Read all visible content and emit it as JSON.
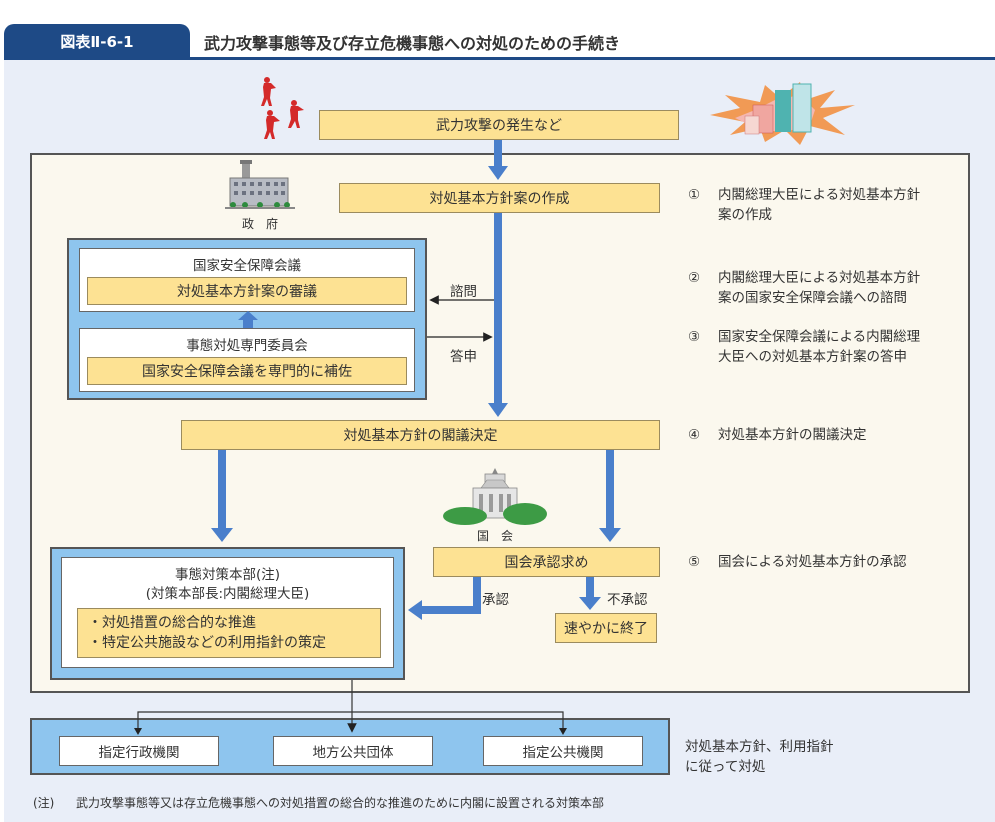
{
  "header": {
    "figure_number": "図表Ⅱ-6-1",
    "title": "武力攻撃事態等及び存立危機事態への対処のための手続き"
  },
  "icons": {
    "attackers": "soldiers-icon",
    "burning_city": "burning-buildings-icon",
    "government_building": "government-building-icon",
    "diet_building": "diet-building-icon"
  },
  "flow": {
    "attack_occurs": "武力攻撃の発生など",
    "government_label": "政　府",
    "draft_policy": "対処基本方針案の作成",
    "nsc": {
      "title": "国家安全保障会議",
      "task": "対処基本方針案の審議"
    },
    "committee": {
      "title": "事態対処専門委員会",
      "task": "国家安全保障会議を専門的に補佐"
    },
    "consult_label": "諮問",
    "report_label": "答申",
    "cabinet_decision": "対処基本方針の閣議決定",
    "diet_label": "国　会",
    "diet_approval_request": "国会承認求め",
    "approved_label": "承認",
    "rejected_label": "不承認",
    "terminate": "速やかに終了",
    "hq": {
      "title": "事態対策本部(注)",
      "subtitle": "(対策本部長:内閣総理大臣)",
      "tasks": [
        "・対処措置の総合的な推進",
        "・特定公共施設などの利用指針の策定"
      ]
    },
    "agencies": [
      "指定行政機関",
      "地方公共団体",
      "指定公共機関"
    ],
    "agencies_note_line1": "対処基本方針、利用指針",
    "agencies_note_line2": "に従って対処"
  },
  "steps": [
    {
      "num": "①",
      "line1": "内閣総理大臣による対処基本方針",
      "line2": "案の作成"
    },
    {
      "num": "②",
      "line1": "内閣総理大臣による対処基本方針",
      "line2": "案の国家安全保障会議への諮問"
    },
    {
      "num": "③",
      "line1": "国家安全保障会議による内閣総理",
      "line2": "大臣への対処基本方針案の答申"
    },
    {
      "num": "④",
      "line1": "対処基本方針の閣議決定",
      "line2": ""
    },
    {
      "num": "⑤",
      "line1": "国会による対処基本方針の承認",
      "line2": ""
    }
  ],
  "footnote": {
    "mark": "(注)",
    "text": "武力攻撃事態等又は存立危機事態への対処措置の総合的な推進のために内閣に設置される対策本部"
  },
  "colors": {
    "header_blue": "#1e4a86",
    "arrow_blue": "#4a7fcb",
    "box_yellow": "#fde293",
    "panel_blue": "#8ec5ee",
    "panel_cream": "#fbf8ee",
    "canvas_bg": "#e9eef8"
  }
}
